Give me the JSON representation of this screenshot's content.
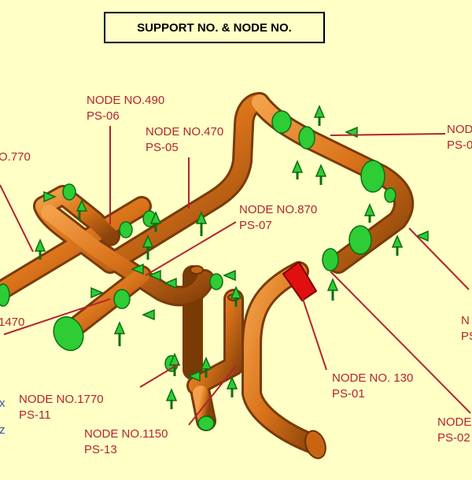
{
  "title": "SUPPORT NO. & NODE NO.",
  "colors": {
    "background": "#ffffc6",
    "pipe": "#d9731a",
    "support": "#2ecc35",
    "label": "#b3242f",
    "leader": "#b3242f",
    "highlight": "#e01010"
  },
  "labels": [
    {
      "id": "n490",
      "node": "NODE NO.490",
      "support": "PS-06"
    },
    {
      "id": "n470",
      "node": "NODE NO.470",
      "support": "PS-05"
    },
    {
      "id": "n870",
      "node": "NODE NO.870",
      "support": "PS-07"
    },
    {
      "id": "n770",
      "node": "O.770",
      "support": ""
    },
    {
      "id": "n1470",
      "node": "1470",
      "support": ""
    },
    {
      "id": "nright1",
      "node": "NOD",
      "support": "PS-0"
    },
    {
      "id": "nright2",
      "node": "N",
      "support": "PS"
    },
    {
      "id": "n130",
      "node": "NODE NO. 130",
      "support": "PS-01"
    },
    {
      "id": "n1770",
      "node": "NODE NO.1770",
      "support": "PS-11"
    },
    {
      "id": "n1150",
      "node": "NODE NO.1150",
      "support": "PS-13"
    },
    {
      "id": "nbr",
      "node": "NODE",
      "support": "PS-02"
    }
  ],
  "edge_marks": [
    "x",
    "z"
  ]
}
